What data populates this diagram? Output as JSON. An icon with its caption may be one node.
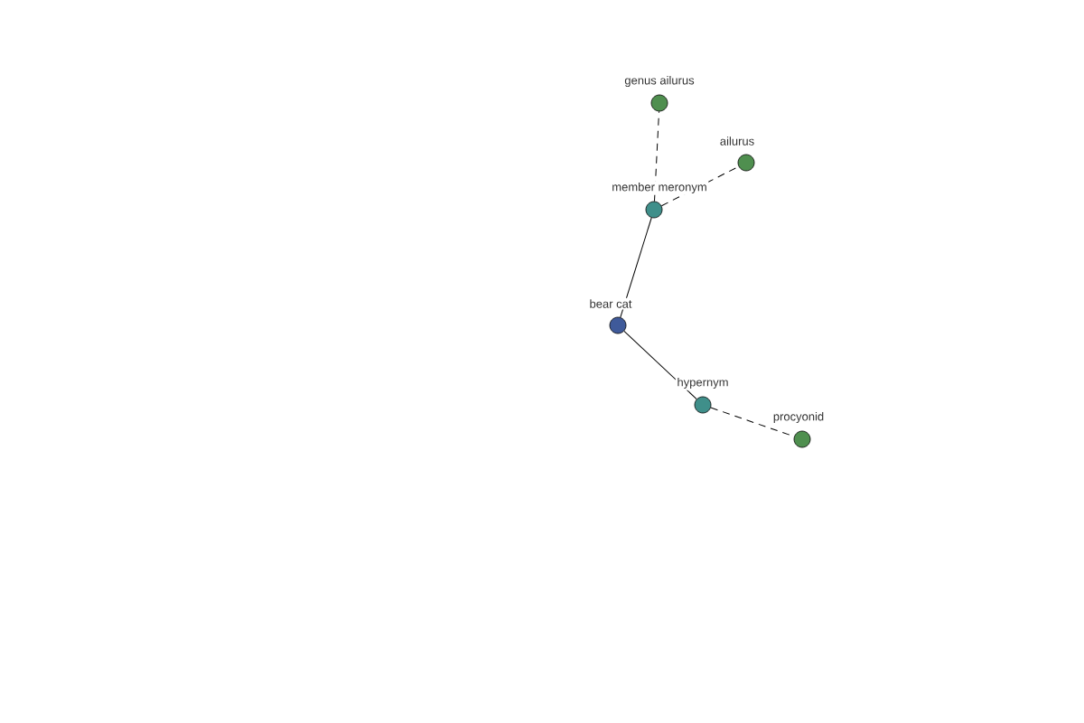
{
  "diagram": {
    "nodes": [
      {
        "text": [
          "genus ailurus"
        ]
      },
      {
        "text": [
          "ailurus"
        ]
      },
      {
        "text": [
          "member meronym"
        ]
      },
      {
        "text": [
          "bear cat"
        ]
      },
      {
        "text": [
          "hypernym"
        ]
      },
      {
        "text": [
          "procyonid"
        ]
      }
    ],
    "edges": [
      {
        "from": 2,
        "to": 0,
        "arrow": "none",
        "style": "dashed"
      },
      {
        "from": 2,
        "to": 1,
        "arrow": "none",
        "style": "dashed"
      },
      {
        "from": 3,
        "to": 2,
        "arrow": "none"
      },
      {
        "from": 3,
        "to": 4,
        "arrow": "none"
      },
      {
        "from": 4,
        "to": 5,
        "arrow": "none",
        "style": "dashed"
      }
    ]
  }
}
